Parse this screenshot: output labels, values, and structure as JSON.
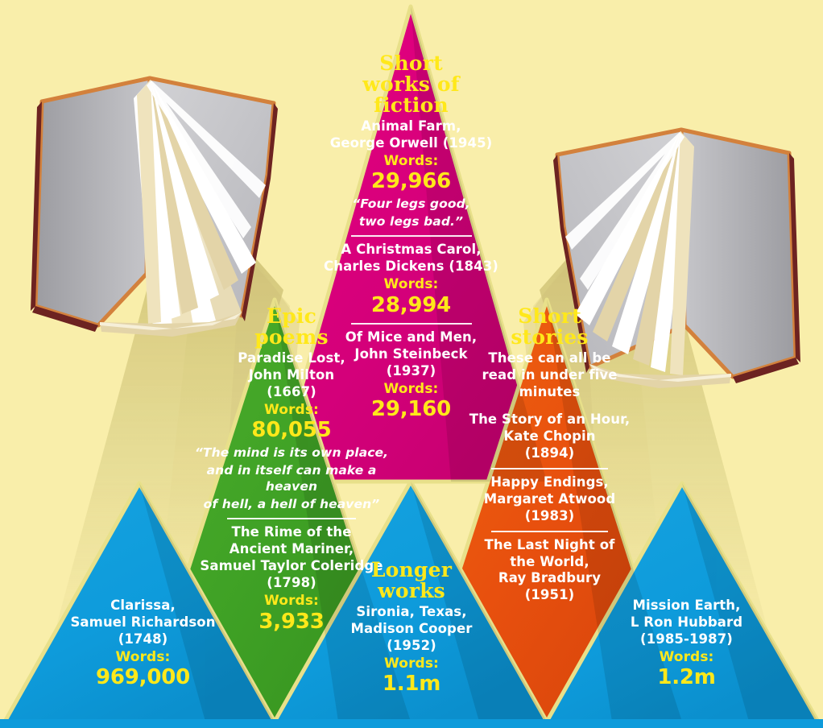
{
  "title": "How long is a book? Word counts by literary form",
  "background_color": "#f9eeaa",
  "colors": {
    "pink": "#e4007f",
    "green": "#3fa125",
    "orange": "#e8500e",
    "blue": "#0e9bdb",
    "heading_yellow": "#ffe81a",
    "body_white": "#ffffff",
    "divider": "#e8e08a"
  },
  "decor": {
    "left_book": "open-book-icon",
    "right_book": "open-book-icon"
  },
  "sections": {
    "short_fiction": {
      "heading": "Short\nworks of\nfiction",
      "heading_lines": [
        "Short",
        "works of",
        "fiction"
      ],
      "color": "#e4007f",
      "entries": [
        {
          "title_lines": [
            "Animal Farm,",
            "George Orwell (1945)"
          ],
          "words_label": "Words:",
          "words_value": "29,966",
          "quote_lines": [
            "“Four legs good,",
            "two legs bad.”"
          ]
        },
        {
          "title_lines": [
            "A Christmas Carol,",
            "Charles Dickens (1843)"
          ],
          "words_label": "Words:",
          "words_value": "28,994"
        },
        {
          "title_lines": [
            "Of Mice and Men,",
            "John Steinbeck",
            "(1937)"
          ],
          "words_label": "Words:",
          "words_value": "29,160"
        }
      ]
    },
    "epic_poems": {
      "heading_lines": [
        "Epic",
        "poems"
      ],
      "color": "#3fa125",
      "entries": [
        {
          "title_lines": [
            "Paradise Lost,",
            "John Milton",
            "(1667)"
          ],
          "words_label": "Words:",
          "words_value": "80,055",
          "quote_lines": [
            "“The mind is its own place,",
            "and in itself can make a heaven",
            "of hell, a hell of heaven”"
          ]
        },
        {
          "title_lines": [
            "The Rime of the",
            "Ancient Mariner,",
            "Samuel Taylor Coleridge",
            "(1798)"
          ],
          "words_label": "Words:",
          "words_value": "3,933"
        }
      ]
    },
    "short_stories": {
      "heading_lines": [
        "Short",
        "stories"
      ],
      "color": "#e8500e",
      "note_lines": [
        "These can all be",
        "read in under five",
        "minutes"
      ],
      "entries": [
        {
          "title_lines": [
            "The Story of an Hour,",
            "Kate Chopin",
            "(1894)"
          ]
        },
        {
          "title_lines": [
            "Happy Endings,",
            "Margaret Atwood",
            "(1983)"
          ]
        },
        {
          "title_lines": [
            "The Last Night of",
            "the World,",
            "Ray Bradbury",
            "(1951)"
          ]
        }
      ]
    },
    "longer_works_left": {
      "color": "#0e9bdb",
      "entries": [
        {
          "title_lines": [
            "Clarissa,",
            "Samuel Richardson",
            "(1748)"
          ],
          "words_label": "Words:",
          "words_value": "969,000"
        }
      ]
    },
    "longer_works_middle": {
      "heading_lines": [
        "Longer",
        "works"
      ],
      "color": "#0e9bdb",
      "entries": [
        {
          "title_lines": [
            "Sironia, Texas,",
            "Madison Cooper",
            "(1952)"
          ],
          "words_label": "Words:",
          "words_value": "1.1m"
        }
      ]
    },
    "longer_works_right": {
      "color": "#0e9bdb",
      "entries": [
        {
          "title_lines": [
            "Mission Earth,",
            "L Ron Hubbard",
            "(1985-1987)"
          ],
          "words_label": "Words:",
          "words_value": "1.2m"
        }
      ]
    }
  }
}
